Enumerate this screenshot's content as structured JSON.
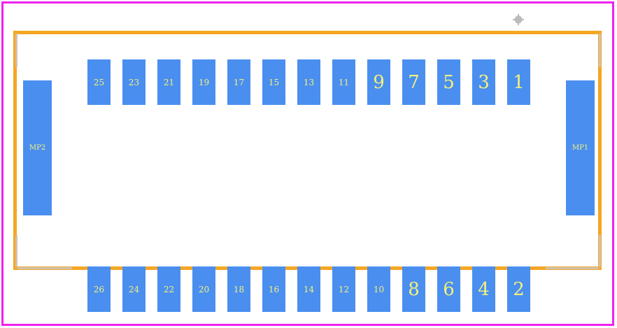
{
  "colors": {
    "frame": "#ee22ee",
    "outline": "#f5a623",
    "outline_faded": "#cfc3b0",
    "pad_fill": "#4a8ef0",
    "pad_label": "#f2f27a",
    "origin_marker": "#bbbbbb"
  },
  "origin_marker": {
    "icon": "crosshair-circle-icon"
  },
  "top_row_pads": [
    "25",
    "23",
    "21",
    "19",
    "17",
    "15",
    "13",
    "11",
    "9",
    "7",
    "5",
    "3",
    "1"
  ],
  "bottom_row_pads": [
    "26",
    "24",
    "22",
    "20",
    "18",
    "16",
    "14",
    "12",
    "10",
    "8",
    "6",
    "4",
    "2"
  ],
  "mounting_pads": {
    "left": "MP2",
    "right": "MP1"
  }
}
